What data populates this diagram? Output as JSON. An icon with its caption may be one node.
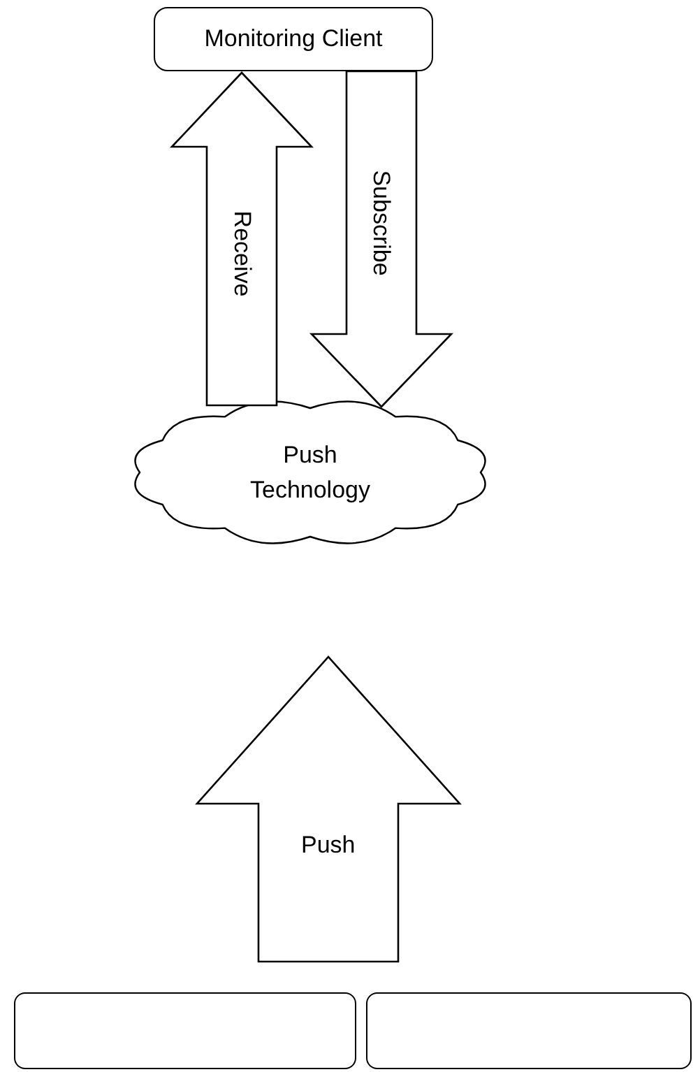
{
  "diagram": {
    "nodes": [
      {
        "text": [
          "Monitoring Client"
        ]
      },
      {
        "text": [
          "Push Technology"
        ]
      },
      {
        "text": [],
        "shape": "box"
      },
      {
        "text": [],
        "shape": "box"
      }
    ],
    "edges": [
      {
        "from": 1,
        "to": 0,
        "arrow": "to",
        "label": "Receive"
      },
      {
        "from": 0,
        "to": 1,
        "arrow": "to",
        "label": "Subscribe"
      },
      {
        "from": 2,
        "to": 1,
        "arrow": "to",
        "label": "Push"
      },
      {
        "from": 3,
        "to": 1,
        "arrow": "to"
      }
    ]
  }
}
